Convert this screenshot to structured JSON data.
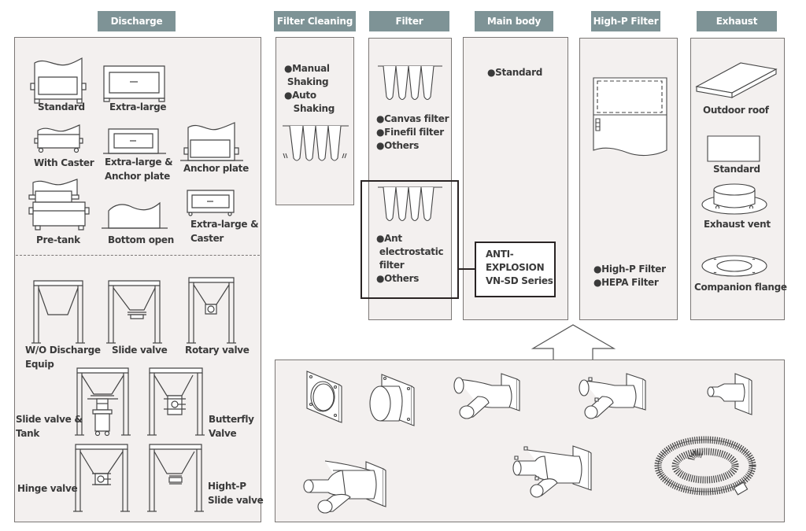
{
  "headers": {
    "discharge": "Discharge",
    "filter_cleaning": "Filter Cleaning",
    "filter": "Filter",
    "main_body": "Main body",
    "high_p_filter": "High-P Filter",
    "exhaust": "Exhaust"
  },
  "discharge": {
    "body_types": [
      {
        "label": "Standard",
        "icon": "hopper-standard-icon"
      },
      {
        "label": "Extra-large",
        "icon": "hopper-extra-large-icon"
      },
      {
        "label": "With Caster",
        "icon": "hopper-with-caster-icon"
      },
      {
        "label_lines": [
          "Extra-large &",
          "Anchor plate"
        ],
        "icon": "hopper-extra-large-anchor-icon"
      },
      {
        "label": "Anchor plate",
        "icon": "hopper-anchor-plate-icon"
      },
      {
        "label": "Pre-tank",
        "icon": "hopper-pre-tank-icon"
      },
      {
        "label": "Bottom open",
        "icon": "hopper-bottom-open-icon"
      },
      {
        "label_lines": [
          "Extra-large &",
          "Caster"
        ],
        "icon": "hopper-extra-large-caster-icon"
      }
    ],
    "discharge_equipment": [
      {
        "label_lines": [
          "W/O Discharge",
          "Equip"
        ],
        "icon": "frame-no-discharge-icon"
      },
      {
        "label": "Slide valve",
        "icon": "frame-slide-valve-icon"
      },
      {
        "label": "Rotary valve",
        "icon": "frame-rotary-valve-icon"
      },
      {
        "label_lines": [
          "Slide valve &",
          "Tank"
        ],
        "icon": "frame-slide-valve-tank-icon"
      },
      {
        "label_lines": [
          "Butterfly",
          "Valve"
        ],
        "icon": "frame-butterfly-valve-icon"
      },
      {
        "label": "Hinge valve",
        "icon": "frame-hinge-valve-icon"
      },
      {
        "label_lines": [
          "Hight-P",
          "Slide valve"
        ],
        "icon": "frame-high-p-slide-valve-icon"
      }
    ]
  },
  "filter_cleaning": {
    "options": [
      "●Manual",
      " Shaking",
      "●Auto",
      "   Shaking"
    ]
  },
  "filter": {
    "standard_options": [
      "●Canvas filter",
      "●Finefil filter",
      "●Others"
    ],
    "antistatic_options": [
      "●Ant",
      " electrostatic",
      " filter",
      "●Others"
    ]
  },
  "main_body": {
    "options": [
      "●Standard"
    ],
    "anti_explosion": [
      "ANTI-",
      "EXPLOSION",
      "VN-SD Series"
    ]
  },
  "high_p_filter": {
    "options": [
      "●High-P Filter",
      "●HEPA Filter"
    ]
  },
  "exhaust": {
    "items": [
      "Outdoor roof",
      "Standard",
      "Exhaust vent",
      "Companion flange"
    ]
  },
  "inlet_accessories": {
    "items": [
      "square-flange-icon",
      "flange-duct-icon",
      "y-branch-duct-icon",
      "y-branch-clamp-duct-icon",
      "reducer-duct-icon",
      "double-y-branch-duct-icon",
      "triple-branch-clamp-duct-icon",
      "flexible-hose-icon"
    ]
  }
}
